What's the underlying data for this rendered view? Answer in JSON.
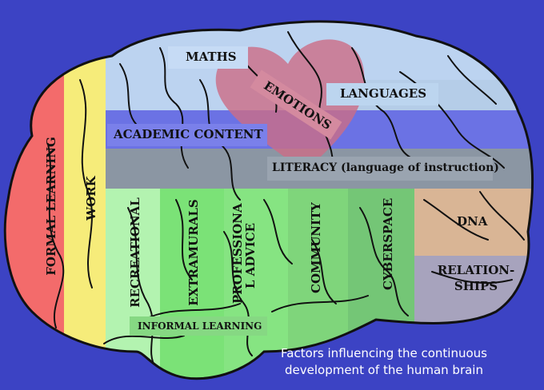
{
  "labels": {
    "maths": "MATHS",
    "emotions": "EMOTIONS",
    "languages": "LANGUAGES",
    "academic_content": "ACADEMIC CONTENT",
    "literacy": "LITERACY (language of instruction)",
    "formal_learning": "FORMAL LEARNING",
    "work": "WORK",
    "recreational": "RECREATIONAL",
    "extramurals": "EXTRAMURALS",
    "professional_advice": "PROFESSIONA\nL ADVICE",
    "community": "COMMUNITY",
    "cyberspace": "CYBERSPACE",
    "dna": "DNA",
    "relationships": "RELATION-\nSHIPS",
    "informal_learning": "INFORMAL LEARNING"
  },
  "caption": {
    "line1": "Factors influencing the continuous",
    "line2": "development of the human brain"
  },
  "colors": {
    "background": "#3c43c4",
    "brain_outline": "#111111",
    "formal_learning": "#f36b6b",
    "work": "#f6ec7a",
    "maths_band": "#bcd3f0",
    "academic_band": "#6b72e4",
    "literacy_band": "#8b96a3",
    "green_zone": "#7ee07a",
    "dna": "#d9b595",
    "relationships": "#a7a3bd",
    "heart": "#cc6d86"
  }
}
